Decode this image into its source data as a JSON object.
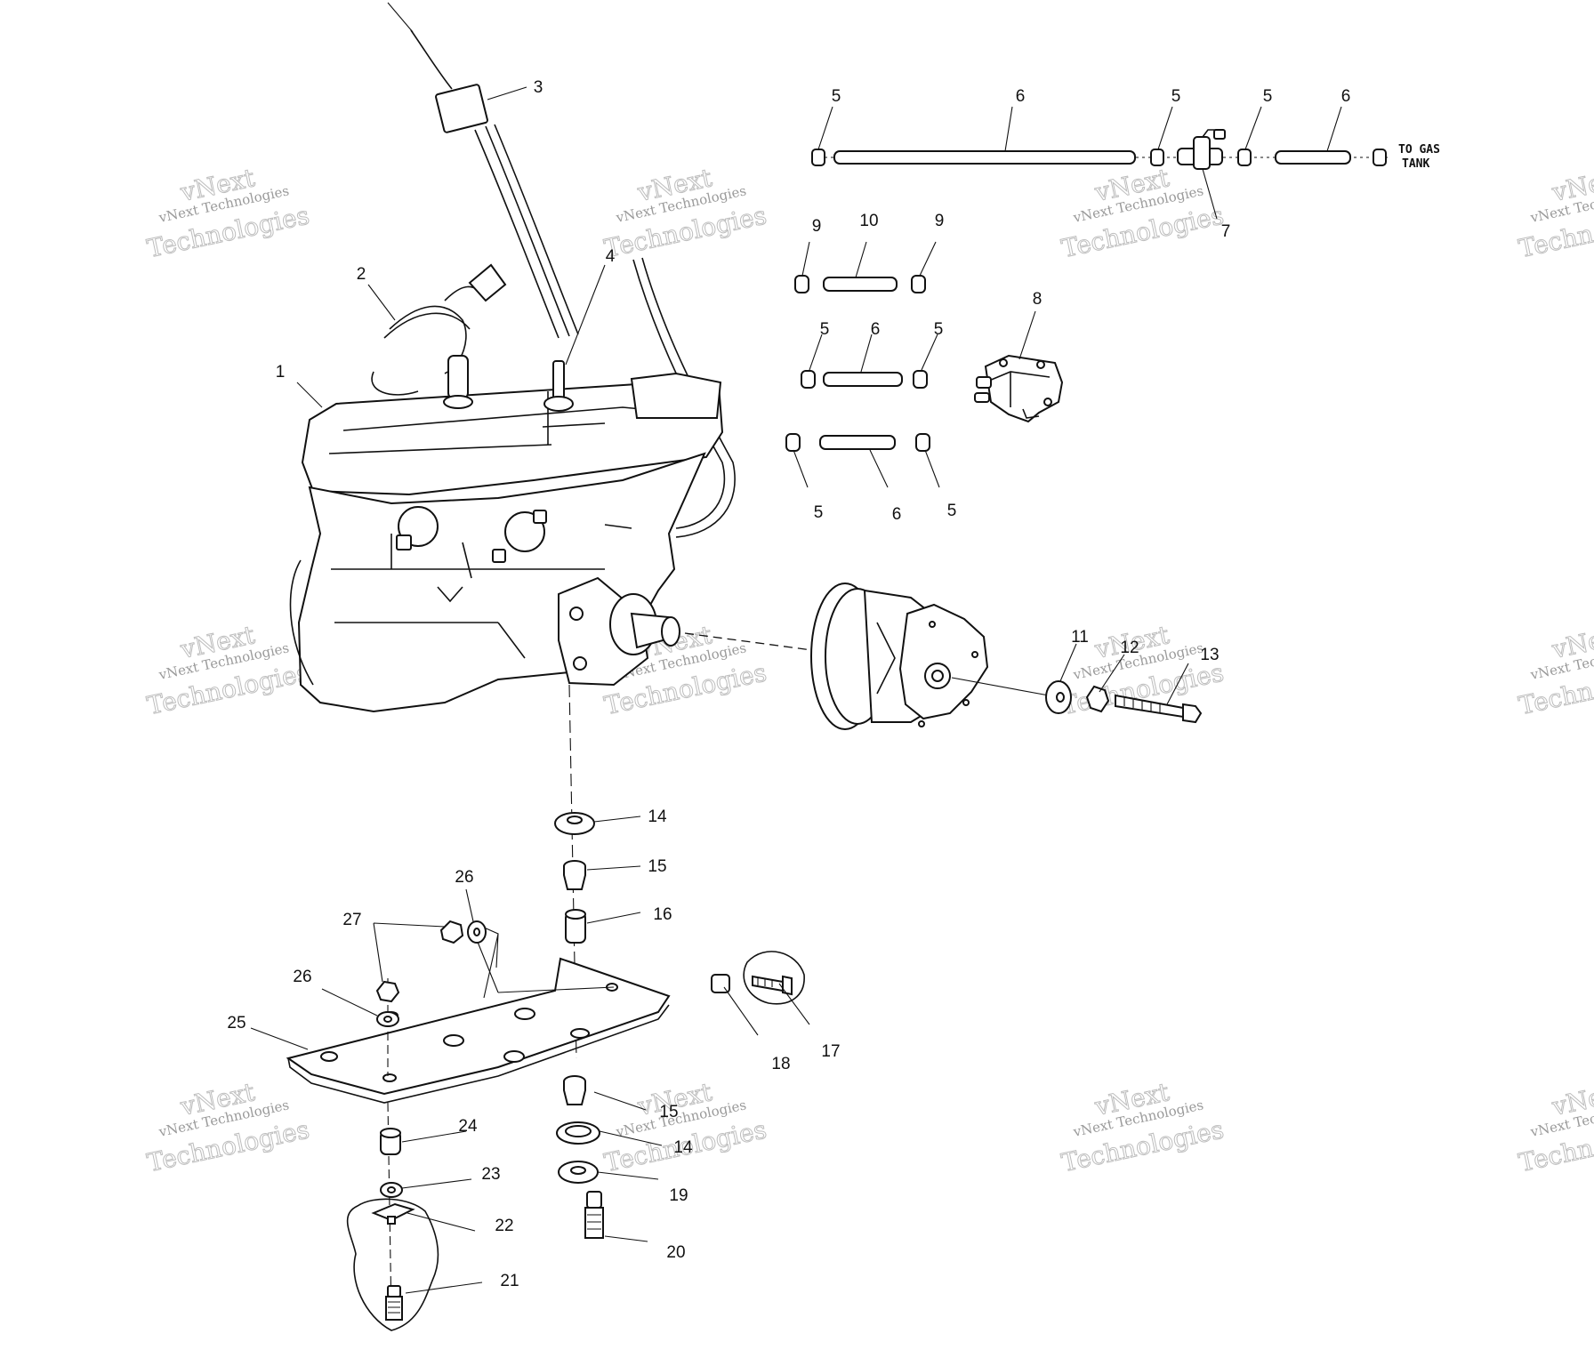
{
  "note": {
    "line1": "TO GAS",
    "line2": "TANK"
  },
  "watermark": {
    "line1": "vNext Technologies",
    "line2": "vNext",
    "line3": "Technologies"
  },
  "callouts": [
    "1",
    "2",
    "3",
    "4",
    "5",
    "6",
    "5",
    "5",
    "6",
    "7",
    "9",
    "10",
    "9",
    "8",
    "5",
    "6",
    "5",
    "5",
    "6",
    "5",
    "11",
    "12",
    "13",
    "14",
    "15",
    "16",
    "26",
    "27",
    "26",
    "25",
    "18",
    "17",
    "24",
    "15",
    "14",
    "23",
    "19",
    "22",
    "20",
    "21"
  ]
}
